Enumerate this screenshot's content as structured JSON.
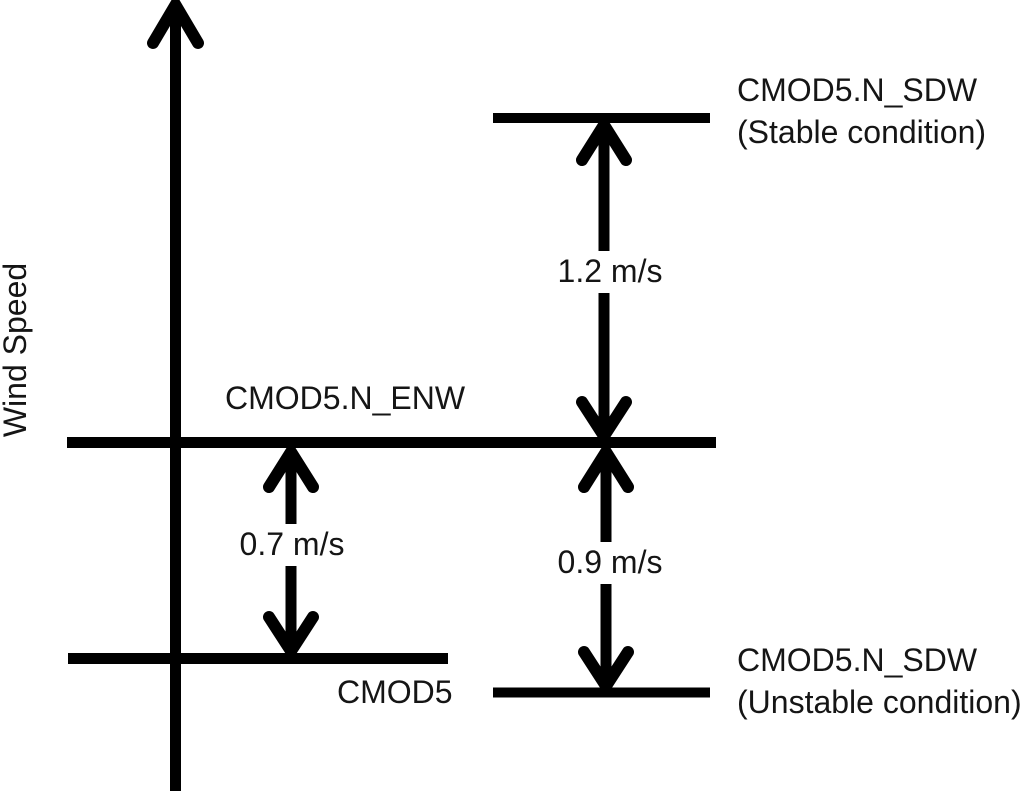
{
  "diagram": {
    "y_axis_label": "Wind Speed",
    "lines": {
      "enw_label": "CMOD5.N_ENW",
      "cmod5_label": "CMOD5",
      "sdw_stable": {
        "line1": "CMOD5.N_SDW",
        "line2": "(Stable condition)"
      },
      "sdw_unstable": {
        "line1": "CMOD5.N_SDW",
        "line2": "(Unstable condition)"
      }
    },
    "offsets": {
      "stable_vs_enw": "1.2 m/s",
      "cmod5_vs_enw": "0.7 m/s",
      "unstable_vs_enw": "0.9 m/s"
    },
    "colors": {
      "line": "#000000",
      "text": "#151515",
      "background": "#ffffff"
    }
  }
}
